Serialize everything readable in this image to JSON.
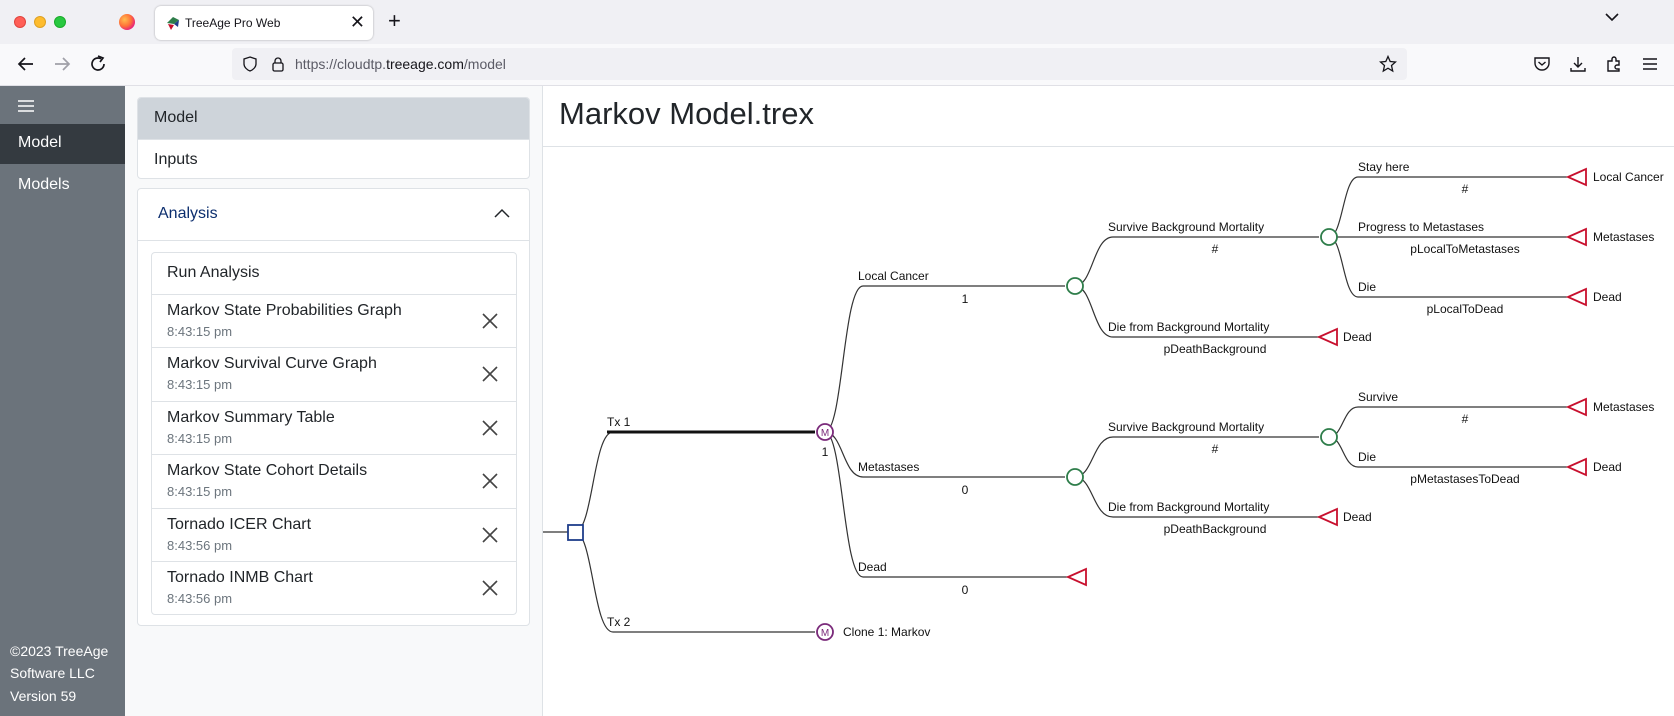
{
  "browser": {
    "tab_title": "TreeAge Pro Web",
    "tab_close": "✕",
    "new_tab": "+",
    "url_host_prefix": "https://cloudtp.",
    "url_host_main": "treeage.com",
    "url_path": "/model"
  },
  "rail": {
    "items": [
      {
        "label": "Model",
        "active": true
      },
      {
        "label": "Models",
        "active": false
      }
    ],
    "footer": "©2023 TreeAge Software LLC",
    "version": "Version 59"
  },
  "nav": {
    "items": [
      {
        "label": "Model",
        "active": true
      },
      {
        "label": "Inputs",
        "active": false
      }
    ]
  },
  "analysis": {
    "title": "Analysis",
    "run_label": "Run Analysis",
    "items": [
      {
        "title": "Markov State Probabilities Graph",
        "time": "8:43:15 pm"
      },
      {
        "title": "Markov Survival Curve Graph",
        "time": "8:43:15 pm"
      },
      {
        "title": "Markov Summary Table",
        "time": "8:43:15 pm"
      },
      {
        "title": "Markov State Cohort Details",
        "time": "8:43:15 pm"
      },
      {
        "title": "Tornado ICER Chart",
        "time": "8:43:56 pm"
      },
      {
        "title": "Tornado INMB Chart",
        "time": "8:43:56 pm"
      }
    ]
  },
  "main": {
    "title": "Markov Model.trex"
  },
  "tree": {
    "tx1": "Tx 1",
    "tx2": "Tx 2",
    "markov_prob": "1",
    "clone": "Clone 1: Markov",
    "node_markov": "M",
    "local_cancer": {
      "label": "Local Cancer",
      "prob": "1"
    },
    "metastases": {
      "label": "Metastases",
      "prob": "0"
    },
    "dead": {
      "label": "Dead",
      "prob": "0"
    },
    "lc_survive": {
      "label": "Survive Background Mortality",
      "prob": "#"
    },
    "lc_die_bg": {
      "label": "Die from Background Mortality",
      "prob": "pDeathBackground",
      "terminal": "Dead"
    },
    "lc_stay": {
      "label": "Stay here",
      "prob": "#",
      "terminal": "Local Cancer"
    },
    "lc_progress": {
      "label": "Progress to Metastases",
      "prob": "pLocalToMetastases",
      "terminal": "Metastases"
    },
    "lc_die": {
      "label": "Die",
      "prob": "pLocalToDead",
      "terminal": "Dead"
    },
    "m_survive_bg": {
      "label": "Survive Background Mortality",
      "prob": "#"
    },
    "m_die_bg": {
      "label": "Die from Background Mortality",
      "prob": "pDeathBackground",
      "terminal": "Dead"
    },
    "m_survive": {
      "label": "Survive",
      "prob": "#",
      "terminal": "Metastases"
    },
    "m_die": {
      "label": "Die",
      "prob": "pMetastasesToDead",
      "terminal": "Dead"
    },
    "colors": {
      "decision": "#1f3e8a",
      "chance": "#2e7d4a",
      "markov": "#7a2a7a",
      "terminal": "#c8102e"
    }
  }
}
